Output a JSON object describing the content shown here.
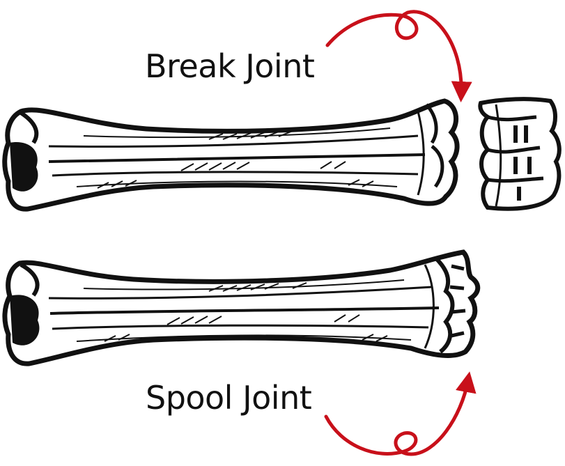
{
  "labels": {
    "break_joint": "Break Joint",
    "spool_joint": "Spool Joint"
  },
  "colors": {
    "arrow": "#c8101a",
    "ink": "#111111",
    "bone_fill": "#ffffff"
  },
  "figures": [
    {
      "name": "cannon-bone-break-joint",
      "detached_piece": true
    },
    {
      "name": "cannon-bone-spool-joint",
      "detached_piece": false
    }
  ]
}
